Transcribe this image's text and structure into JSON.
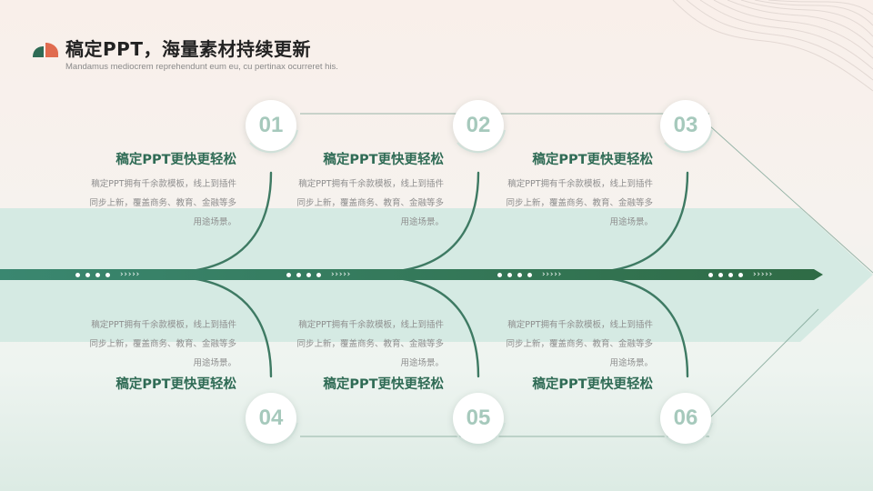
{
  "header": {
    "title": "稿定PPT，海量素材持续更新",
    "subtitle": "Mandamus mediocrem reprehendunt eum eu, cu pertinax ocurreret his."
  },
  "colors": {
    "primary": "#2f6b55",
    "accent_orange": "#e06b4f",
    "band": "#d2e9e1",
    "badge_number": "#a6c9bc",
    "muted_text": "#8e8e8e"
  },
  "axis": {
    "chevrons": "›››››"
  },
  "items": [
    {
      "number": "01",
      "title": "稿定PPT更快更轻松",
      "desc": "稿定PPT拥有千余款模板，线上到插件同步上新，覆盖商务、教育、金融等多用途场景。"
    },
    {
      "number": "02",
      "title": "稿定PPT更快更轻松",
      "desc": "稿定PPT拥有千余款模板，线上到插件同步上新，覆盖商务、教育、金融等多用途场景。"
    },
    {
      "number": "03",
      "title": "稿定PPT更快更轻松",
      "desc": "稿定PPT拥有千余款模板，线上到插件同步上新，覆盖商务、教育、金融等多用途场景。"
    },
    {
      "number": "04",
      "title": "稿定PPT更快更轻松",
      "desc": "稿定PPT拥有千余款模板，线上到插件同步上新，覆盖商务、教育、金融等多用途场景。"
    },
    {
      "number": "05",
      "title": "稿定PPT更快更轻松",
      "desc": "稿定PPT拥有千余款模板，线上到插件同步上新，覆盖商务、教育、金融等多用途场景。"
    },
    {
      "number": "06",
      "title": "稿定PPT更快更轻松",
      "desc": "稿定PPT拥有千余款模板，线上到插件同步上新，覆盖商务、教育、金融等多用途场景。"
    }
  ]
}
